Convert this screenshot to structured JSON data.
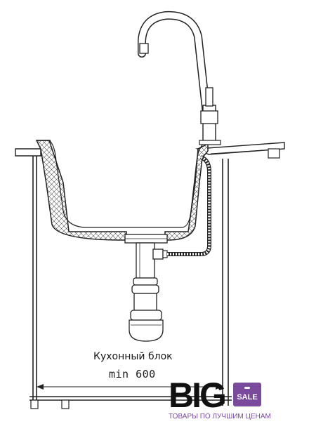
{
  "diagram": {
    "cabinet_label": "Кухонный блок",
    "cabinet_dimension": "min 600"
  },
  "branding": {
    "logo_word": "BIG",
    "badge_text": "SALE",
    "tagline": "ТОВАРЫ ПО ЛУЧШИМ ЦЕНАМ",
    "accent_color": "#7a4a9c"
  }
}
